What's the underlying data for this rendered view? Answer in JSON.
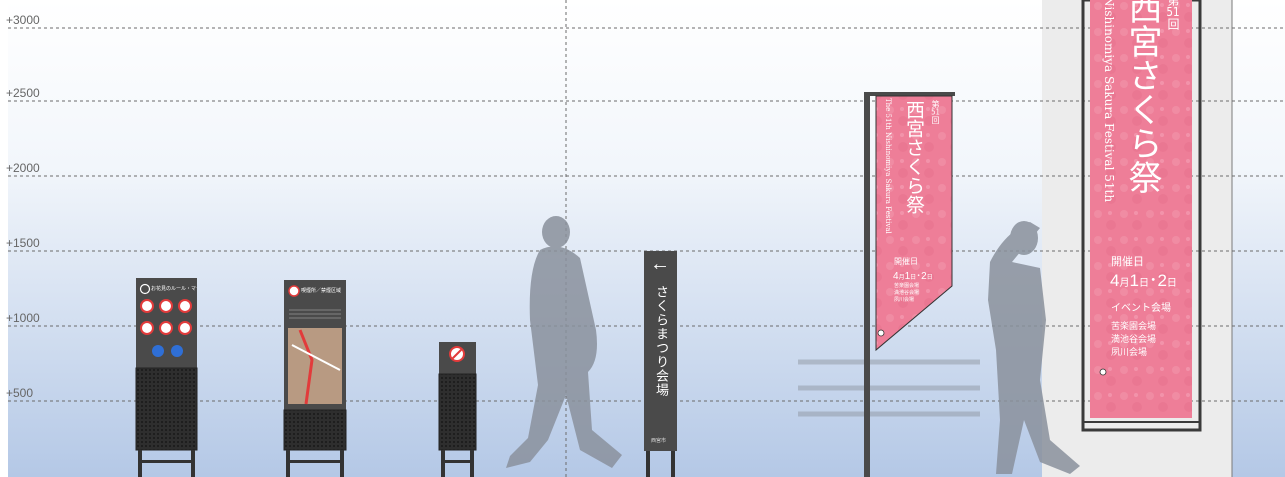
{
  "scale": {
    "labels": [
      "+3000",
      "+2500",
      "+2000",
      "+1500",
      "+1000",
      "+500"
    ]
  },
  "signs": {
    "rule_sign_title": "お花見のルール・マナー",
    "smoking_zone_title": "喫煙所／禁煙区域",
    "direction_sign": {
      "arrow": "←",
      "text": "さくらまつり会場",
      "footer": "西宮市"
    }
  },
  "banner": {
    "edition_prefix": "第",
    "edition_number": "51",
    "edition_suffix": "回",
    "title": "西宮さくら祭",
    "subtitle": "The 51th Nishinomiya Sakura Festival",
    "subtitle_large": "Nishinomiya Sakura Festival 51th",
    "date_label": "開催日",
    "date_month": "4",
    "date_month_unit": "月",
    "date_day1": "1",
    "date_day_unit": "日",
    "date_sep": "･",
    "date_day2": "2",
    "event_venue_label": "イベント会場",
    "venues": [
      "苦楽園会場",
      "満池谷会場",
      "夙川会場"
    ]
  },
  "colors": {
    "banner_pink": "#ee7e98",
    "sign_dark": "#4a4a4a",
    "grid_line": "#6b6b6b",
    "sky_top": "#ffffff",
    "sky_bottom": "#b7c9e6",
    "figure_gray": "#8a919c"
  }
}
